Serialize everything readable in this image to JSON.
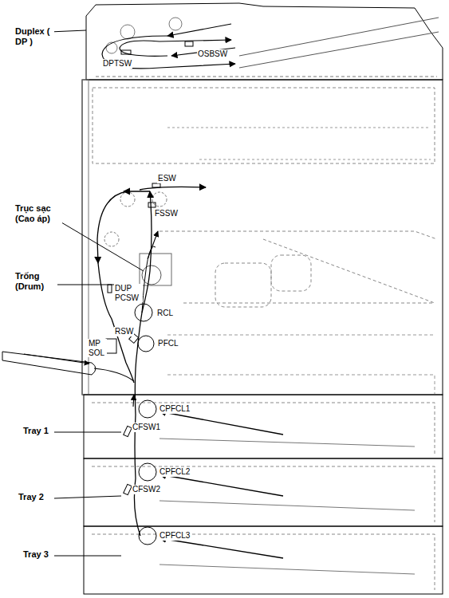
{
  "diagram": {
    "labels": [
      "Duplex ( DP )",
      "OSBSW",
      "DPTSW",
      "ESW",
      "FSSW",
      "Trục sạc (Cao áp)",
      "Trống (Drum)",
      "DUP PCSW",
      "RCL",
      "RSW",
      "MP SOL",
      "PFCL",
      "CPFCL1",
      "CFSW1",
      "Tray 1",
      "CPFCL2",
      "CFSW2",
      "Tray 2",
      "CPFCL3",
      "Tray 3"
    ]
  }
}
